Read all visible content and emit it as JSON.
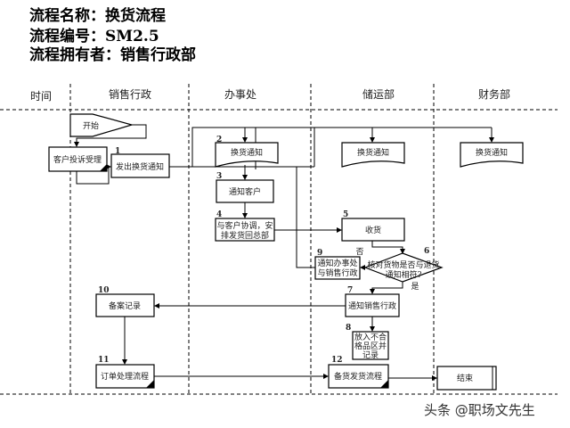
{
  "header": {
    "name_line": "流程名称：换货流程",
    "code_line": "流程编号：SM2.5",
    "owner_line": "流程拥有者：销售行政部"
  },
  "lanes": [
    "时间",
    "销售行政",
    "办事处",
    "储运部",
    "财务部"
  ],
  "nodes": {
    "start": "开始",
    "complaint": "客户投诉受理",
    "n1": {
      "num": "1",
      "label": "发出换货通知"
    },
    "n2": {
      "num": "2",
      "label": "换货通知"
    },
    "storage_doc": "换货通知",
    "finance_doc": "换货通知",
    "n3": {
      "num": "3",
      "label": "通知客户"
    },
    "n4": {
      "num": "4",
      "line1": "与客户协调，安",
      "line2": "排发货回总部"
    },
    "n5": {
      "num": "5",
      "label": "收货"
    },
    "n6": {
      "num": "6",
      "line1": "核对货物是否与退货",
      "line2": "通知相符?",
      "no": "否",
      "yes": "是"
    },
    "n7": {
      "num": "7",
      "label": "通知销售行政"
    },
    "n8": {
      "num": "8",
      "line1": "放入不合",
      "line2": "格品区并",
      "line3": "记录"
    },
    "n9": {
      "num": "9",
      "line1": "通知办事处",
      "line2": "与销售行政"
    },
    "n10": {
      "num": "10",
      "label": "备案记录"
    },
    "n11": {
      "num": "11",
      "label": "订单处理流程"
    },
    "n12": {
      "num": "12",
      "label": "备货发货流程"
    },
    "end": "结束"
  },
  "watermark": "头条 @职场文先生"
}
